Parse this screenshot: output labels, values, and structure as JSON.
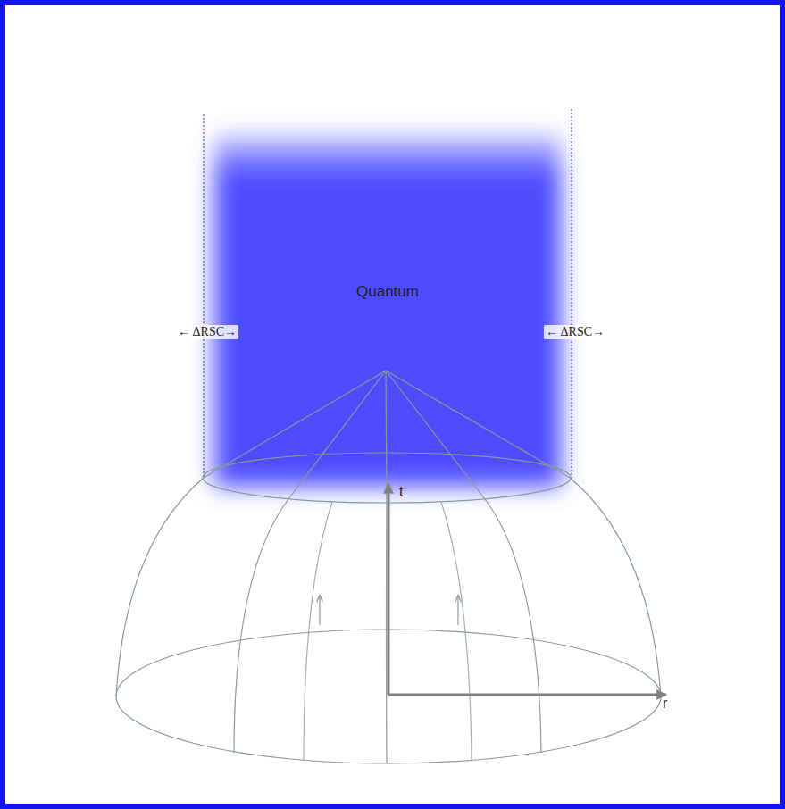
{
  "diagram": {
    "nodes": [
      {
        "text": [
          "Quantum"
        ]
      }
    ],
    "labels": [
      "← ΔRSC→",
      "← ΔRSC→",
      "t",
      "r"
    ]
  }
}
